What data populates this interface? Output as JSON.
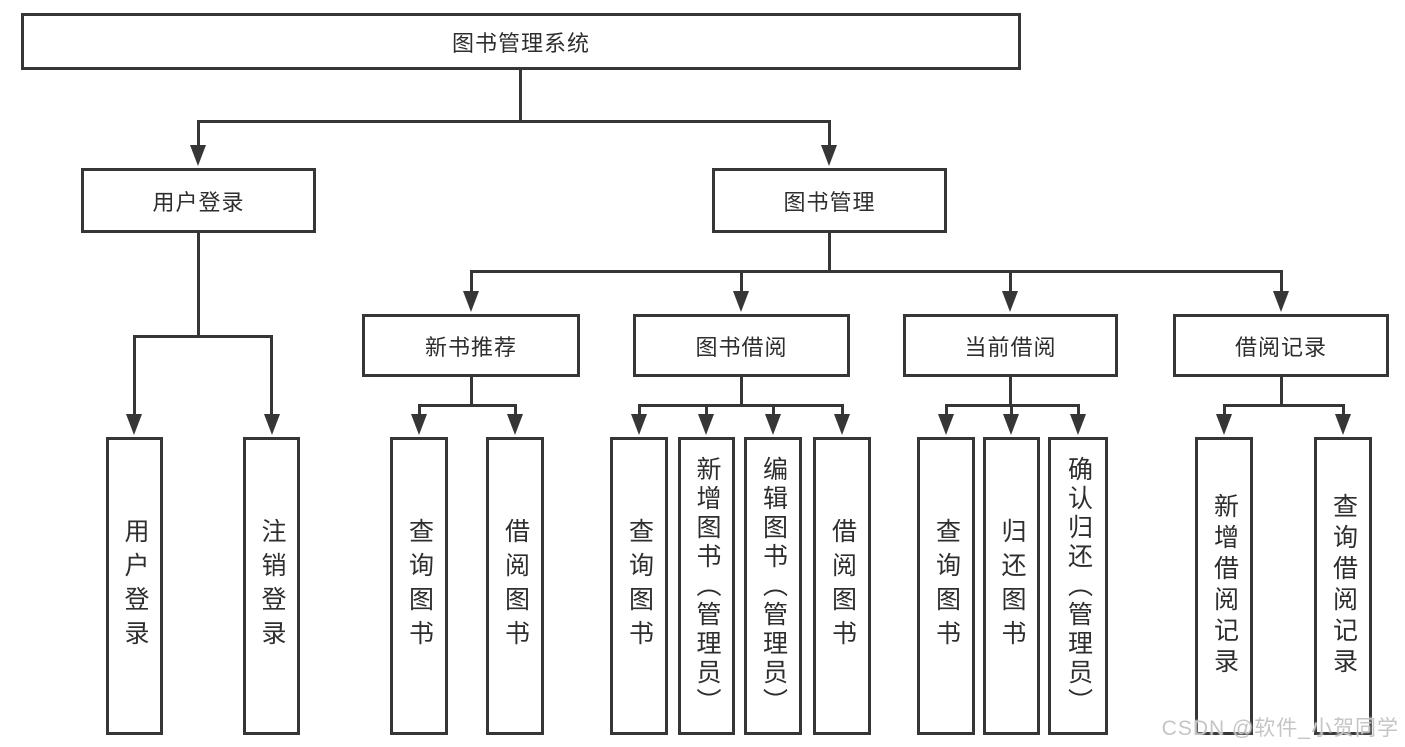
{
  "colors": {
    "line": "#363636",
    "box_border": "#363636",
    "text": "#2e2e2e",
    "watermark": "#c5c5c5",
    "background": "#ffffff"
  },
  "diagram": {
    "type": "tree",
    "nodes": {
      "root": "图书管理系统",
      "user_login": "用户登录",
      "book_mgmt": "图书管理",
      "new_book": "新书推荐",
      "book_borrow": "图书借阅",
      "current_borrow": "当前借阅",
      "borrow_record": "借阅记录",
      "leaf_user_login": "用户登录",
      "leaf_logout": "注销登录",
      "leaf_nb_query": "查询图书",
      "leaf_nb_borrow": "借阅图书",
      "leaf_bb_query": "查询图书",
      "leaf_bb_add": "新增图书（管理员）",
      "leaf_bb_edit": "编辑图书（管理员）",
      "leaf_bb_borrow": "借阅图书",
      "leaf_cb_query": "查询图书",
      "leaf_cb_return": "归还图书",
      "leaf_cb_confirm": "确认归还（管理员）",
      "leaf_br_add": "新增借阅记录",
      "leaf_br_query": "查询借阅记录"
    },
    "edges": [
      [
        "root",
        "user_login"
      ],
      [
        "root",
        "book_mgmt"
      ],
      [
        "user_login",
        "leaf_user_login"
      ],
      [
        "user_login",
        "leaf_logout"
      ],
      [
        "book_mgmt",
        "new_book"
      ],
      [
        "book_mgmt",
        "book_borrow"
      ],
      [
        "book_mgmt",
        "current_borrow"
      ],
      [
        "book_mgmt",
        "borrow_record"
      ],
      [
        "new_book",
        "leaf_nb_query"
      ],
      [
        "new_book",
        "leaf_nb_borrow"
      ],
      [
        "book_borrow",
        "leaf_bb_query"
      ],
      [
        "book_borrow",
        "leaf_bb_add"
      ],
      [
        "book_borrow",
        "leaf_bb_edit"
      ],
      [
        "book_borrow",
        "leaf_bb_borrow"
      ],
      [
        "current_borrow",
        "leaf_cb_query"
      ],
      [
        "current_borrow",
        "leaf_cb_return"
      ],
      [
        "current_borrow",
        "leaf_cb_confirm"
      ],
      [
        "borrow_record",
        "leaf_br_add"
      ],
      [
        "borrow_record",
        "leaf_br_query"
      ]
    ]
  },
  "watermark": {
    "text": "CSDN @软件_小贺同学"
  }
}
